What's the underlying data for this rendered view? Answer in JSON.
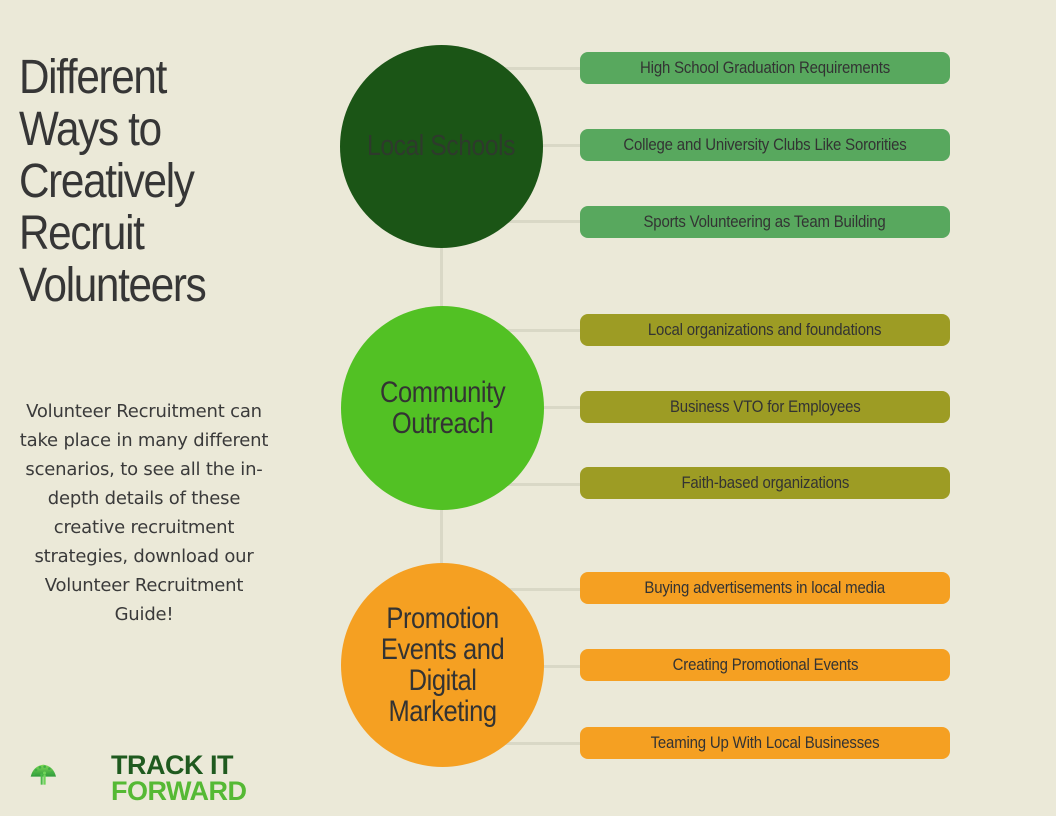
{
  "title": {
    "lines": [
      "Different",
      "Ways to",
      "Creatively",
      "Recruit",
      "Volunteers"
    ]
  },
  "description": "Volunteer Recruitment can take place in many different scenarios, to see all the in-depth details of these creative recruitment strategies, download our Volunteer Recruitment Guide!",
  "colors": {
    "background": "#ebe9d8",
    "connector": "#d9d8c6",
    "local_schools_circle": "#1b5516",
    "local_schools_pill": "#58a85e",
    "community_circle": "#52c124",
    "community_pill": "#9d9c24",
    "promotion_circle": "#f5a022",
    "promotion_pill": "#f5a022"
  },
  "categories": [
    {
      "name": "Local Schools",
      "items": [
        "High School Graduation Requirements",
        "College and University Clubs Like Sororities",
        "Sports Volunteering as Team Building"
      ]
    },
    {
      "name_lines": [
        "Community",
        "Outreach"
      ],
      "items": [
        "Local organizations and foundations",
        "Business VTO for Employees",
        "Faith-based organizations"
      ]
    },
    {
      "name_lines": [
        "Promotion",
        "Events and",
        "Digital",
        "Marketing"
      ],
      "items": [
        "Buying advertisements in local media",
        "Creating Promotional Events",
        "Teaming Up With Local Businesses"
      ]
    }
  ],
  "logo": {
    "line1": "TRACK IT",
    "line2": "FORWARD",
    "icon": "tree-of-people-icon"
  }
}
